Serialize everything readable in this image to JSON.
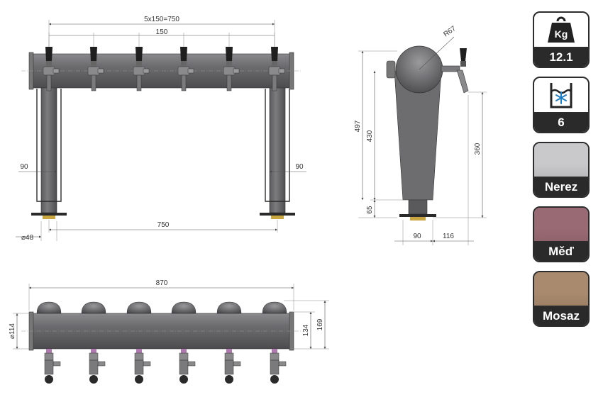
{
  "front_view": {
    "spacing_label": "5x150=750",
    "pitch_label": "150",
    "left_offset_label": "90",
    "right_offset_label": "90",
    "pipe_diameter_label": "⌀48",
    "base_span_label": "750"
  },
  "side_view": {
    "radius_label": "R67",
    "total_height_label": "497",
    "column_height_label": "430",
    "tap_height_label": "360",
    "base_height_label": "65",
    "base_width_label": "90",
    "tap_reach_label": "116"
  },
  "top_view": {
    "total_length_label": "870",
    "diameter_label": "⌀114",
    "depth_label": "134",
    "total_depth_label": "169"
  },
  "specs": {
    "weight": {
      "icon": "weight-kg-icon",
      "icon_text": "Kg",
      "value": "12.1"
    },
    "cooling": {
      "icon": "ice-bath-icon",
      "value": "6"
    }
  },
  "finishes": [
    {
      "label": "Nerez",
      "color": "#c9c9cb"
    },
    {
      "label": "Měď",
      "color": "#9a6a74"
    },
    {
      "label": "Mosaz",
      "color": "#a98a6e"
    }
  ],
  "colors": {
    "metal": "#6f6f72",
    "metal_dark": "#4a4a4d",
    "tile_dark": "#2a2a2a"
  }
}
